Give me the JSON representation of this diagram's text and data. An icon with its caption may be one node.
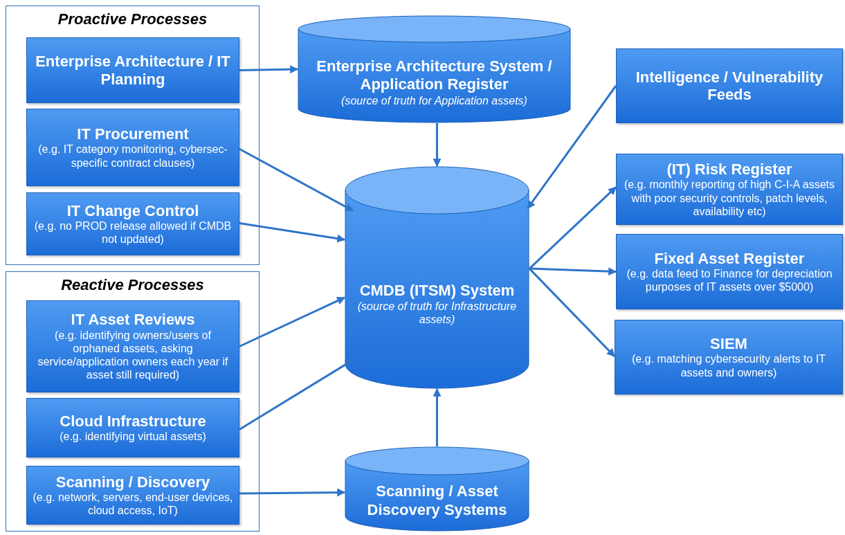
{
  "diagram": {
    "nodes": [
      {
        "text": [
          "Proactive Processes"
        ]
      },
      {
        "text": [
          "Enterprise Architecture / IT Planning"
        ],
        "in": 0
      },
      {
        "text": [
          "IT Procurement",
          "(e.g. IT category monitoring, cybersec-specific contract clauses)"
        ],
        "in": 0
      },
      {
        "text": [
          "IT Change Control",
          "(e.g. no PROD release allowed if CMDB not updated)"
        ],
        "in": 0
      },
      {
        "text": [
          "Reactive Processes"
        ]
      },
      {
        "text": [
          "IT Asset Reviews",
          "(e.g. identifying owners/users of orphaned assets, asking service/application owners each year if asset still required)"
        ],
        "in": 4
      },
      {
        "text": [
          "Cloud Infrastructure",
          "(e.g. identifying virtual assets)"
        ],
        "in": 4
      },
      {
        "text": [
          "Scanning / Discovery",
          "(e.g. network, servers, end-user devices, cloud access, IoT)"
        ],
        "in": 4
      },
      {
        "text": [
          "Enterprise Architecture System / Application Register",
          "(source of truth for Application assets)"
        ]
      },
      {
        "text": [
          "CMDB (ITSM) System",
          "(source of truth for Infrastructure assets)"
        ]
      },
      {
        "text": [
          "Scanning / Asset Discovery Systems"
        ]
      },
      {
        "text": [
          "Intelligence / Vulnerability Feeds"
        ]
      },
      {
        "text": [
          "(IT) Risk Register",
          "(e.g. monthly reporting of high C-I-A assets with poor security controls, patch levels, availability etc)"
        ]
      },
      {
        "text": [
          "Fixed Asset Register",
          "(e.g. data feed to Finance for depreciation purposes of IT assets over $5000)"
        ]
      },
      {
        "text": [
          "SIEM",
          "(e.g. matching cybersecurity alerts to IT assets and owners)"
        ]
      }
    ],
    "edges": [
      {
        "from": 1,
        "to": 8,
        "arrow": "to"
      },
      {
        "from": 8,
        "to": 9,
        "arrow": "to"
      },
      {
        "from": 2,
        "to": 9,
        "arrow": "to"
      },
      {
        "from": 3,
        "to": 9,
        "arrow": "to"
      },
      {
        "from": 11,
        "to": 9,
        "arrow": "to"
      },
      {
        "from": 5,
        "to": 9,
        "arrow": "to"
      },
      {
        "from": 6,
        "to": 9,
        "arrow": "to"
      },
      {
        "from": 10,
        "to": 9,
        "arrow": "to"
      },
      {
        "from": 7,
        "to": 10,
        "arrow": "to"
      },
      {
        "from": 9,
        "to": 12,
        "arrow": "to"
      },
      {
        "from": 9,
        "to": 13,
        "arrow": "to"
      },
      {
        "from": 9,
        "to": 14,
        "arrow": "to"
      }
    ]
  }
}
